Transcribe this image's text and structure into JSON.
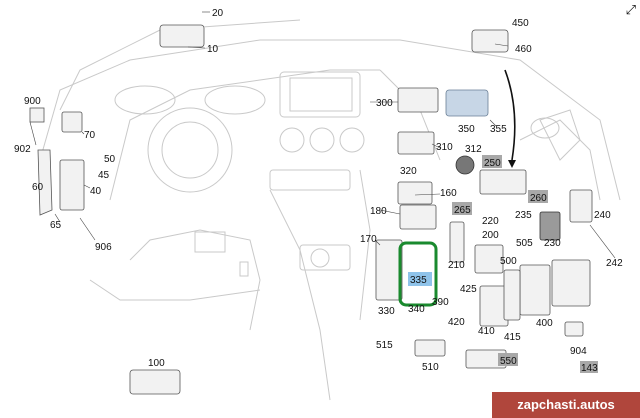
{
  "diagram": {
    "labels": {
      "l20": "20",
      "l10": "10",
      "l450": "450",
      "l460": "460",
      "l900": "900",
      "l902": "902",
      "l70": "70",
      "l50": "50",
      "l45": "45",
      "l40": "40",
      "l60": "60",
      "l65": "65",
      "l906": "906",
      "l300": "300",
      "l350": "350",
      "l355": "355",
      "l310": "310",
      "l312": "312",
      "l320": "320",
      "l250": "250",
      "l160": "160",
      "l260": "260",
      "l265": "265",
      "l180": "180",
      "l220": "220",
      "l235": "235",
      "l240": "240",
      "l230": "230",
      "l242": "242",
      "l170": "170",
      "l335": "335",
      "l500": "500",
      "l505": "505",
      "l210": "210",
      "l200": "200",
      "l330": "330",
      "l340": "340",
      "l390": "390",
      "l425": "425",
      "l420": "420",
      "l410": "410",
      "l415": "415",
      "l400": "400",
      "l904": "904",
      "l515": "515",
      "l510": "510",
      "l550": "550",
      "l100": "100",
      "l143": "143"
    },
    "highlight": {
      "label": "335",
      "frame_color": "#1a8a2e",
      "label_fill": "#8fc3ea"
    },
    "shaded_label_color": "#a8a8a8"
  },
  "watermark": {
    "text": "zapchasti.autos",
    "bg": "#b0463c"
  },
  "corner_icon": "expand-icon"
}
